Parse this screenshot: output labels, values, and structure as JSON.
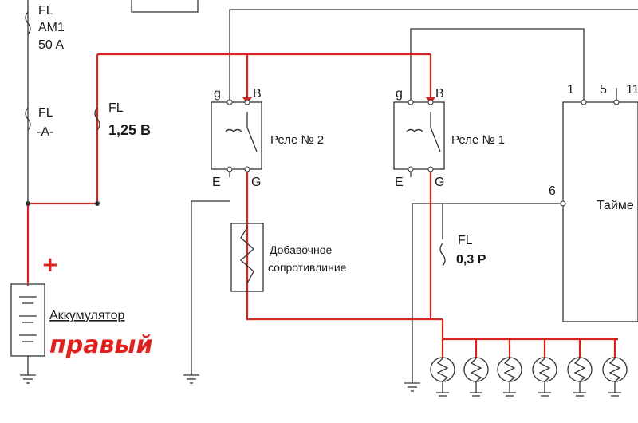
{
  "labels": {
    "fuse_am1": {
      "line1": "FL",
      "line2": "AM1",
      "line3": "50 A"
    },
    "fuse_a": {
      "line1": "FL",
      "line2": "-A-"
    },
    "fuse_125b": {
      "line1": "FL",
      "line2": "1,25 B"
    },
    "relay2": {
      "g": "g",
      "b": "B",
      "e": "E",
      "gnd": "G",
      "name": "Реле № 2"
    },
    "relay1": {
      "g": "g",
      "b": "B",
      "e": "E",
      "gnd": "G",
      "name": "Реле № 1"
    },
    "resistor": {
      "line1": "Добавочное",
      "line2": "сопротивлиние"
    },
    "fuse_03p": {
      "line1": "FL",
      "line2": "0,3 P"
    },
    "battery": {
      "name": "Аккумулятор"
    },
    "handwritten": {
      "plus": "+",
      "right": "правый"
    },
    "timer": {
      "name": "Тайме",
      "pin1": "1",
      "pin5": "5",
      "pin11": "11",
      "pin6": "6"
    }
  },
  "colors": {
    "wire": "#333333",
    "highlight": "#d8231f",
    "background": "#ffffff"
  }
}
